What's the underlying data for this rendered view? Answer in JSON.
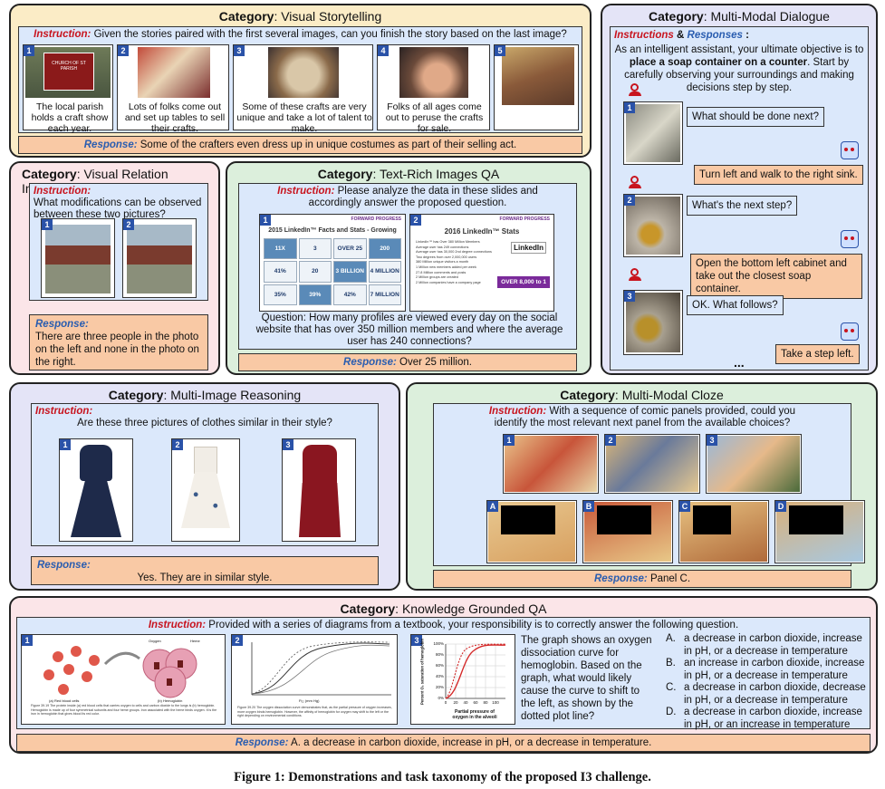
{
  "category_word": "Category",
  "instruction_word": "Instruction:",
  "response_word": "Response:",
  "colors": {
    "yellow": "#fbecc6",
    "blue": "#dbe8fb",
    "lavender": "#e4e4f7",
    "pink": "#fbe5e8",
    "green": "#dcefdc",
    "peach": "#f9c9a5",
    "red": "#c8141e",
    "accent": "#2a52a8"
  },
  "storytelling": {
    "category": "Visual Storytelling",
    "instruction": "Given the stories paired with the first several images, can you finish the story based on the last image?",
    "cards": [
      {
        "num": "1",
        "text": "The local parish holds a craft show each year."
      },
      {
        "num": "2",
        "text": "Lots of folks come out and set up tables to sell their crafts."
      },
      {
        "num": "3",
        "text": "Some of these crafts are very unique and take a lot of talent to make."
      },
      {
        "num": "4",
        "text": "Folks of all ages come out to peruse the crafts for sale."
      },
      {
        "num": "5",
        "text": ""
      }
    ],
    "sign_text": "CHURCH OF ST PARISH",
    "response": "Some of the crafters even dress up in unique costumes as part of their selling act."
  },
  "dialogue": {
    "category": "Multi-Modal Dialogue",
    "instr_a": "Instructions",
    "instr_amp": "&",
    "instr_b": "Responses",
    "instr_colon": ":",
    "intro_1": "As an intelligent assistant, your ultimate objective is to",
    "intro_bold": "place a soap container on a counter",
    "intro_2": ". Start by carefully observing your surroundings and making decisions step by step.",
    "turns": [
      {
        "num": "1",
        "user": "What should be done next?",
        "bot": "Turn left and walk to the right sink."
      },
      {
        "num": "2",
        "user": "What's the next step?",
        "bot": "Open the bottom left cabinet and take out the closest soap container."
      },
      {
        "num": "3",
        "user": "OK. What follows?",
        "bot": "Take a step left."
      }
    ],
    "ellipsis": "..."
  },
  "relation": {
    "category": "Visual Relation Inference",
    "instruction": "What modifications can be observed between these two pictures?",
    "response": "There are three people in the photo on the left and none in the photo on the right.",
    "nums": [
      "1",
      "2"
    ]
  },
  "textrich": {
    "category": "Text-Rich Images QA",
    "instruction": "Please analyze the data in these slides and accordingly answer the proposed question.",
    "slide1_title": "2015 LinkedIn™ Facts and Stats - Growing",
    "slide2_title": "2016 LinkedIn™ Stats",
    "slide1_stats": [
      "11X",
      "3",
      "OVER 25",
      "200",
      "41%",
      "20",
      "3 BILLION",
      "4 MILLION",
      "35%",
      "39%",
      "42%",
      "7 MILLION"
    ],
    "slide2_bullets": [
      "LinkedIn™ has Over 380 Million Members",
      "Average user has 249 connections",
      "Average user has 30,000 2nd degree connections",
      "Two degrees from over 2,000,000 users",
      "380 Million unique visitors a month",
      "1 Million new members added per week",
      "27.8 Million comments and posts",
      "2 Million groups are created",
      "2 Million companies have a company page"
    ],
    "badge": "OVER 8,000 to 1",
    "brand": "FORWARD PROGRESS",
    "logo": "LinkedIn",
    "question": "Question: How many profiles are viewed every day on the social website that has over 350 million members and where the average user has 240 connections?",
    "response": "Over 25 million.",
    "nums": [
      "1",
      "2"
    ]
  },
  "reasoning": {
    "category": "Multi-Image Reasoning",
    "instruction": "Are these three pictures of clothes similar in their style?",
    "response": "Yes. They are in similar style.",
    "nums": [
      "1",
      "2",
      "3"
    ]
  },
  "cloze": {
    "category": "Multi-Modal Cloze",
    "instruction": "With a sequence of comic panels provided, could you identify the most relevant next panel from the available choices?",
    "response": "Panel C.",
    "nums": [
      "1",
      "2",
      "3"
    ],
    "choices": [
      "A",
      "B",
      "C",
      "D"
    ]
  },
  "knowledge": {
    "category": "Knowledge Grounded QA",
    "instruction": "Provided with a series of diagrams from a textbook, your responsibility is to correctly answer the following question.",
    "question": "The graph shows an oxygen dissociation curve for hemoglobin. Based on the graph, what would likely cause the curve to shift to the left, as shown by the dotted plot line?",
    "options": [
      {
        "letter": "A.",
        "text": "a decrease in carbon dioxide, increase in pH, or a decrease in temperature"
      },
      {
        "letter": "B.",
        "text": "an increase in carbon dioxide, increase in pH, or a decrease in temperature"
      },
      {
        "letter": "C.",
        "text": "a decrease in carbon dioxide, decrease in pH, or a decrease in temperature"
      },
      {
        "letter": "D.",
        "text": "a decrease in carbon dioxide, increase in pH, or an increase in temperature"
      }
    ],
    "response": "A. a decrease in carbon dioxide, increase in pH, or a decrease in temperature.",
    "nums": [
      "1",
      "2",
      "3"
    ],
    "fig1_caption": "Figure 39.19 The protein inside (a) red blood cells that carries oxygen to cells and carbon dioxide to the lungs is (b) hemoglobin. Hemoglobin is made up of four symmetrical subunits and four heme groups. Iron associated with the heme binds oxygen. It is the iron in hemoglobin that gives blood its red color.",
    "fig1_labels": [
      "(a) Red blood cells",
      "(b) Hemoglobin",
      "Oxygen",
      "Heme"
    ],
    "fig2_caption": "Figure 39.20 The oxygen dissociation curve demonstrates that, as the partial pressure of oxygen increases, more oxygen binds hemoglobin. However, the affinity of hemoglobin for oxygen may shift to the left or the right depending on environmental conditions.",
    "fig2_xlabel": "Pₒ₂ (mm Hg)",
    "fig3_ylabel": "Percent O₂ saturation of hemoglobin",
    "fig3_xlabel_1": "Partial pressure of",
    "fig3_xlabel_2": "oxygen in the alveoli",
    "fig3_yticks": [
      "100%",
      "80%",
      "60%",
      "40%",
      "20%",
      "0%"
    ],
    "fig3_xticks": [
      "0",
      "20",
      "40",
      "60",
      "80",
      "100"
    ]
  },
  "caption": "Figure 1: Demonstrations and task taxonomy of the proposed I3 challenge."
}
